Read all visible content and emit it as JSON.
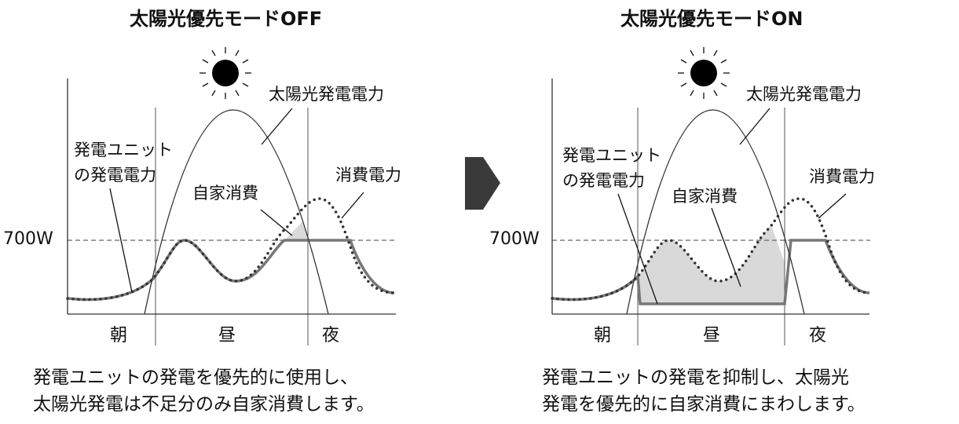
{
  "left_panel": {
    "title": "太陽光優先モードOFF",
    "solar_label": "太陽光発電電力",
    "unit_label_line1": "発電ユニット",
    "unit_label_line2": "の発電電力",
    "self_consumption_label": "自家消費",
    "consumption_label": "消費電力",
    "threshold_label": "700W",
    "time_labels": [
      "朝",
      "昼",
      "夜"
    ],
    "caption_line1": "発電ユニットの発電を優先的に使用し、",
    "caption_line2": "太陽光発電は不足分のみ自家消費します。"
  },
  "right_panel": {
    "title": "太陽光優先モードON",
    "solar_label": "太陽光発電電力",
    "unit_label_line1": "発電ユニット",
    "unit_label_line2": "の発電電力",
    "self_consumption_label": "自家消費",
    "consumption_label": "消費電力",
    "threshold_label": "700W",
    "time_labels": [
      "朝",
      "昼",
      "夜"
    ],
    "caption_line1": "発電ユニットの発電を抑制し、太陽光",
    "caption_line2": "発電を優先的に自家消費にまわします。"
  },
  "colors": {
    "line": "#333333",
    "unit_line": "#777777",
    "shade": "#d9d9d9",
    "arrow": "#3a3a3a"
  }
}
